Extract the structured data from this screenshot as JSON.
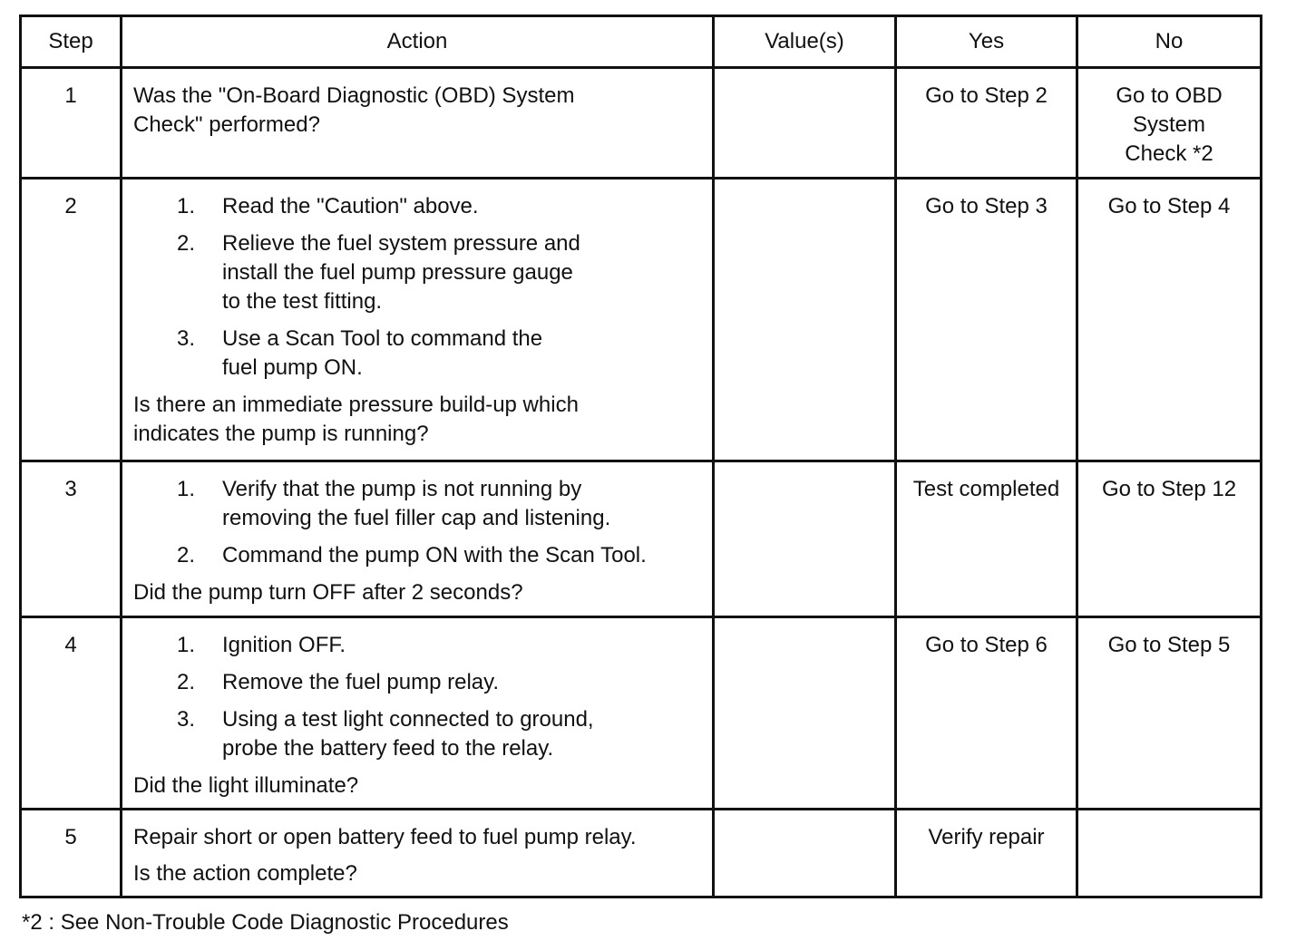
{
  "headers": {
    "step": "Step",
    "action": "Action",
    "values": "Value(s)",
    "yes": "Yes",
    "no": "No"
  },
  "rows": [
    {
      "step": "1",
      "intro": [
        "Was the \"On-Board Diagnostic (OBD) System",
        "Check\" performed?"
      ],
      "items": [],
      "question": [],
      "value": "",
      "yes": "Go to Step 2",
      "no": [
        "Go to OBD",
        "System",
        "Check *2"
      ]
    },
    {
      "step": "2",
      "intro": [],
      "items": [
        {
          "num": "1.",
          "lines": [
            "Read the \"Caution\" above."
          ]
        },
        {
          "num": "2.",
          "lines": [
            "Relieve the fuel system pressure and",
            "install the fuel pump pressure gauge",
            "to the test fitting."
          ]
        },
        {
          "num": "3.",
          "lines": [
            "Use a Scan Tool to command the",
            "fuel pump ON."
          ]
        }
      ],
      "question": [
        "Is there an immediate pressure build-up which",
        "indicates the pump is running?"
      ],
      "value": "",
      "yes": "Go to Step 3",
      "no": [
        "Go to Step 4"
      ]
    },
    {
      "step": "3",
      "intro": [],
      "items": [
        {
          "num": "1.",
          "lines": [
            "Verify that the pump is not running by",
            "removing the fuel filler cap and listening."
          ]
        },
        {
          "num": "2.",
          "lines": [
            "Command the pump ON with the Scan Tool."
          ]
        }
      ],
      "question": [
        "Did the pump turn OFF after 2 seconds?"
      ],
      "value": "",
      "yes": "Test completed",
      "no": [
        "Go to Step 12"
      ]
    },
    {
      "step": "4",
      "intro": [],
      "items": [
        {
          "num": "1.",
          "lines": [
            "Ignition OFF."
          ]
        },
        {
          "num": "2.",
          "lines": [
            "Remove the fuel pump relay."
          ]
        },
        {
          "num": "3.",
          "lines": [
            "Using a test light connected to ground,",
            "probe the battery feed to the relay."
          ]
        }
      ],
      "question": [
        "Did the light illuminate?"
      ],
      "value": "",
      "yes": "Go to Step 6",
      "no": [
        "Go to Step 5"
      ]
    },
    {
      "step": "5",
      "intro": [
        "Repair short or open battery feed to fuel pump relay."
      ],
      "items": [],
      "question": [
        "Is the action complete?"
      ],
      "value": "",
      "yes": "Verify repair",
      "no": []
    }
  ],
  "footnote": "*2 : See Non-Trouble Code Diagnostic Procedures"
}
